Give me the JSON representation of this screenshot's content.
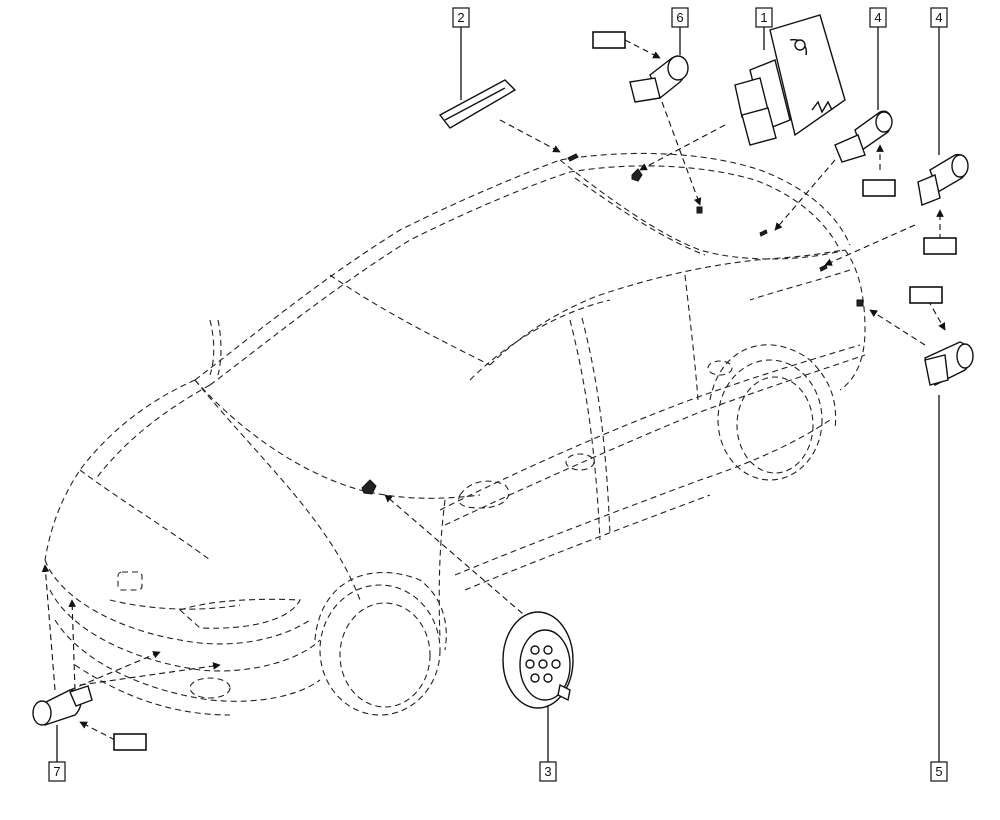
{
  "callouts": [
    {
      "id": "c1",
      "number": "1",
      "part": "parking-assist-control-unit"
    },
    {
      "id": "c2",
      "number": "2",
      "part": "rear-sensor-tag"
    },
    {
      "id": "c3",
      "number": "3",
      "part": "buzzer-loudspeaker"
    },
    {
      "id": "c4a",
      "number": "4",
      "part": "rear-ultrasonic-sensor"
    },
    {
      "id": "c4b",
      "number": "4",
      "part": "rear-ultrasonic-sensor"
    },
    {
      "id": "c5",
      "number": "5",
      "part": "rear-corner-ultrasonic-sensor"
    },
    {
      "id": "c6",
      "number": "6",
      "part": "rear-center-ultrasonic-sensor"
    },
    {
      "id": "c7",
      "number": "7",
      "part": "front-ultrasonic-sensor"
    }
  ],
  "colors": {
    "line": "#111111",
    "background": "#ffffff"
  }
}
